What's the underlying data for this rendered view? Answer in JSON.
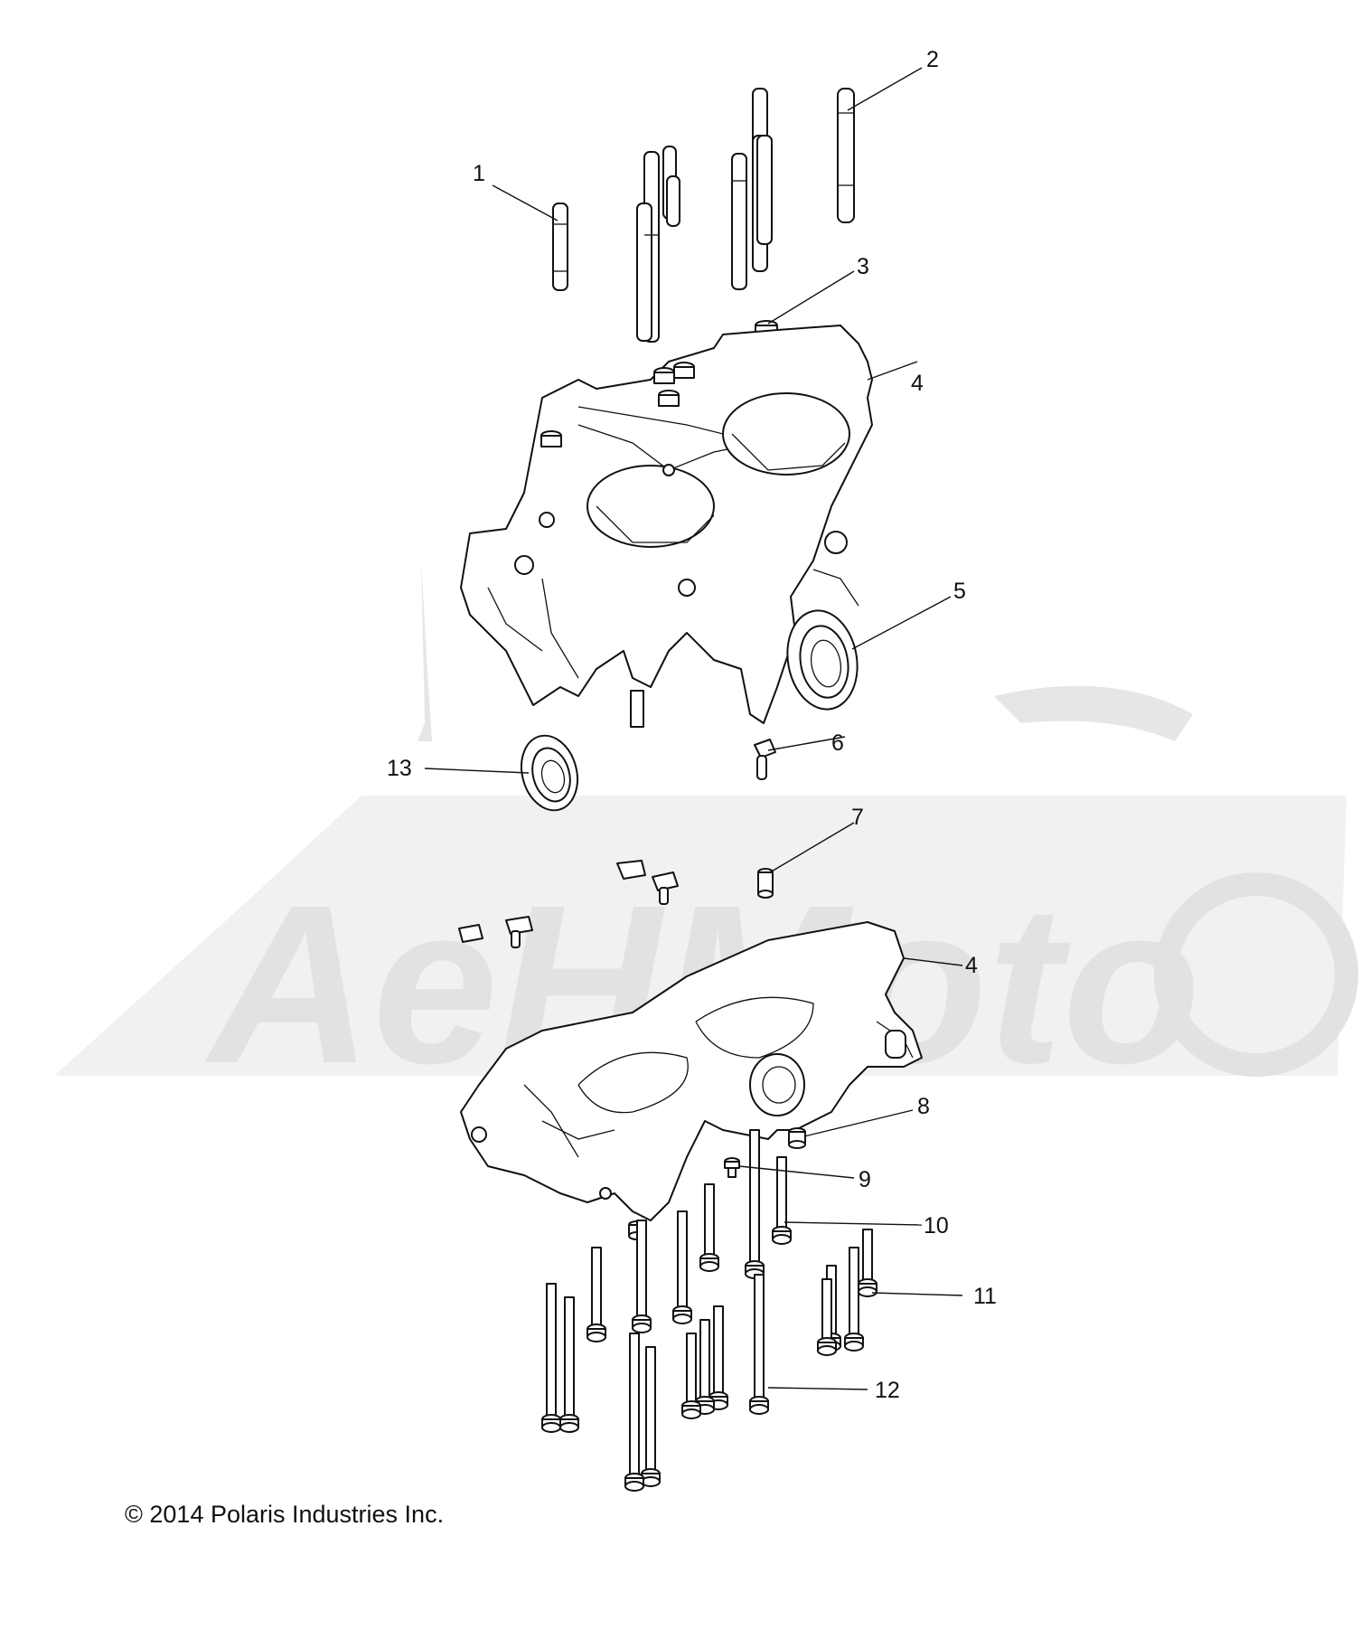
{
  "labels": {
    "l1": "1",
    "l2": "2",
    "l3": "3",
    "l4a": "4",
    "l5": "5",
    "l6": "6",
    "l7": "7",
    "l13": "13",
    "l4b": "4",
    "l8": "8",
    "l9": "9",
    "l10": "10",
    "l11": "11",
    "l12": "12"
  },
  "copyright": "© 2014 Polaris Industries Inc.",
  "watermark": "AeHMoto"
}
